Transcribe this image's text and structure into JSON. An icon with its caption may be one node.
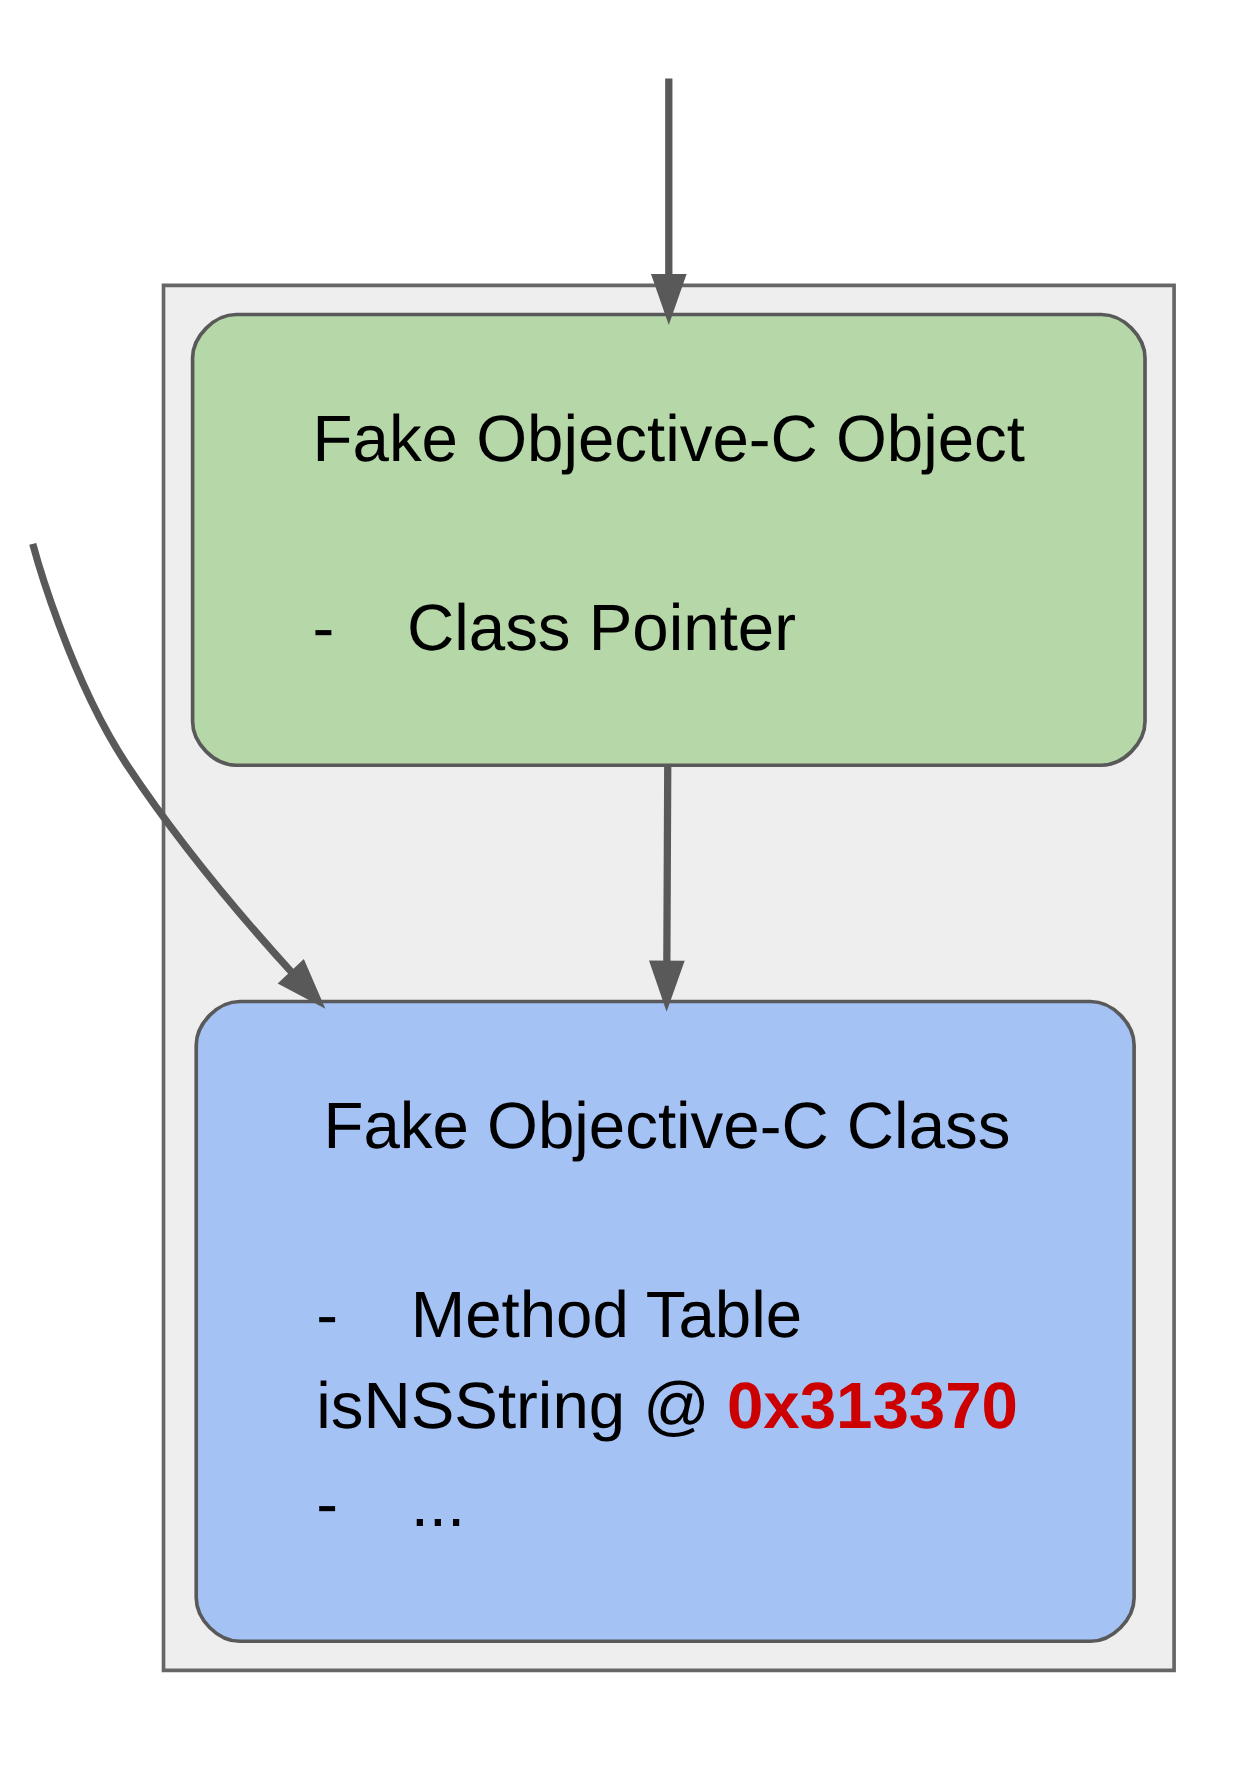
{
  "diagram": {
    "nodes": [
      {
        "text": [],
        "shape": "box"
      },
      {
        "text": [
          "Fake Objective-C Object",
          "-    Class Pointer"
        ],
        "in": 0
      },
      {
        "text": [
          "Fake Objective-C Class",
          "-    Method Table",
          "isNSString @ **0x313370**",
          "-    ..."
        ],
        "in": 0
      }
    ],
    "edges": [
      {
        "from": null,
        "to": 1,
        "arrow": "to"
      },
      {
        "from": 1,
        "to": 2,
        "arrow": "to"
      },
      {
        "from": null,
        "to": 2,
        "arrow": "to"
      }
    ]
  }
}
